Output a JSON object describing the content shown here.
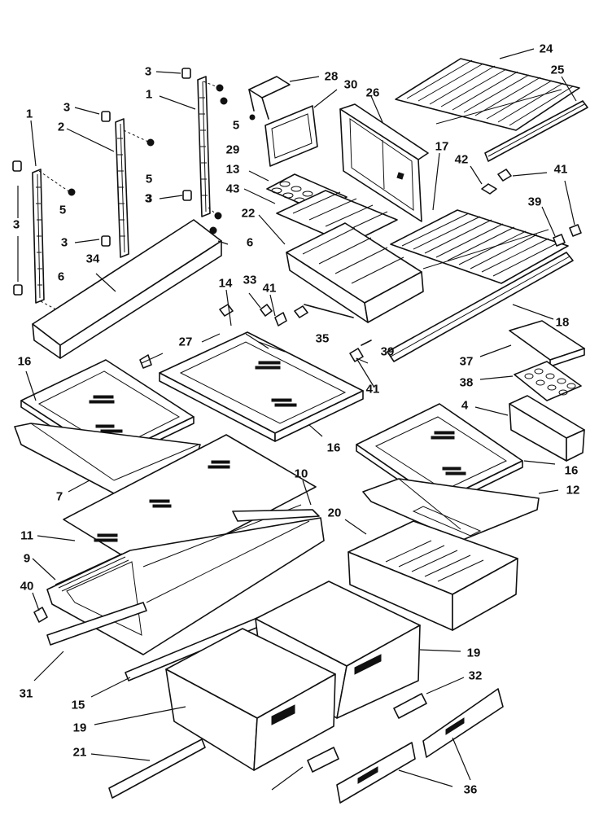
{
  "diagram": {
    "callouts": [
      {
        "id": "c3a",
        "text": "3"
      },
      {
        "id": "c1a",
        "text": "1"
      },
      {
        "id": "c3b",
        "text": "3"
      },
      {
        "id": "c2",
        "text": "2"
      },
      {
        "id": "c1b",
        "text": "1"
      },
      {
        "id": "c3c",
        "text": "3"
      },
      {
        "id": "c5a",
        "text": "5"
      },
      {
        "id": "c5b",
        "text": "5"
      },
      {
        "id": "c3d",
        "text": "3"
      },
      {
        "id": "c5c",
        "text": "5"
      },
      {
        "id": "c6a",
        "text": "6"
      },
      {
        "id": "c3e",
        "text": "3"
      },
      {
        "id": "c3f",
        "text": "3"
      },
      {
        "id": "c6b",
        "text": "6"
      },
      {
        "id": "c34",
        "text": "34"
      },
      {
        "id": "c28",
        "text": "28"
      },
      {
        "id": "c30",
        "text": "30"
      },
      {
        "id": "c29",
        "text": "29"
      },
      {
        "id": "c26",
        "text": "26"
      },
      {
        "id": "c24",
        "text": "24"
      },
      {
        "id": "c25",
        "text": "25"
      },
      {
        "id": "c13",
        "text": "13"
      },
      {
        "id": "c43",
        "text": "43"
      },
      {
        "id": "c22",
        "text": "22"
      },
      {
        "id": "c17",
        "text": "17"
      },
      {
        "id": "c42",
        "text": "42"
      },
      {
        "id": "c41a",
        "text": "41"
      },
      {
        "id": "c39a",
        "text": "39"
      },
      {
        "id": "c14",
        "text": "14"
      },
      {
        "id": "c33",
        "text": "33"
      },
      {
        "id": "c41b",
        "text": "41"
      },
      {
        "id": "c35",
        "text": "35"
      },
      {
        "id": "c27",
        "text": "27"
      },
      {
        "id": "c39b",
        "text": "39"
      },
      {
        "id": "c41c",
        "text": "41"
      },
      {
        "id": "c18",
        "text": "18"
      },
      {
        "id": "c37",
        "text": "37"
      },
      {
        "id": "c38",
        "text": "38"
      },
      {
        "id": "c4",
        "text": "4"
      },
      {
        "id": "c16a",
        "text": "16"
      },
      {
        "id": "c16b",
        "text": "16"
      },
      {
        "id": "c16c",
        "text": "16"
      },
      {
        "id": "c7",
        "text": "7"
      },
      {
        "id": "c10",
        "text": "10"
      },
      {
        "id": "c12",
        "text": "12"
      },
      {
        "id": "c11",
        "text": "11"
      },
      {
        "id": "c20",
        "text": "20"
      },
      {
        "id": "c9",
        "text": "9"
      },
      {
        "id": "c40",
        "text": "40"
      },
      {
        "id": "c31",
        "text": "31"
      },
      {
        "id": "c15",
        "text": "15"
      },
      {
        "id": "c19a",
        "text": "19"
      },
      {
        "id": "c19b",
        "text": "19"
      },
      {
        "id": "c32",
        "text": "32"
      },
      {
        "id": "c21",
        "text": "21"
      },
      {
        "id": "c36",
        "text": "36"
      }
    ]
  }
}
